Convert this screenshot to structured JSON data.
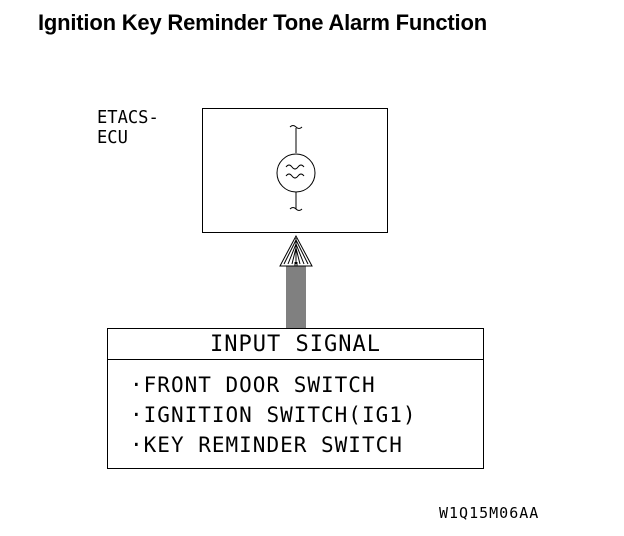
{
  "title": "Ignition Key Reminder Tone Alarm Function",
  "ecu": {
    "label_line1": "ETACS-",
    "label_line2": "ECU",
    "buzzer_icon": "buzzer-icon"
  },
  "input_signal": {
    "header": "INPUT SIGNAL",
    "items": [
      "FRONT DOOR SWITCH",
      "IGNITION SWITCH(IG1)",
      "KEY REMINDER SWITCH"
    ]
  },
  "figure_code": "W1Q15M06AA"
}
